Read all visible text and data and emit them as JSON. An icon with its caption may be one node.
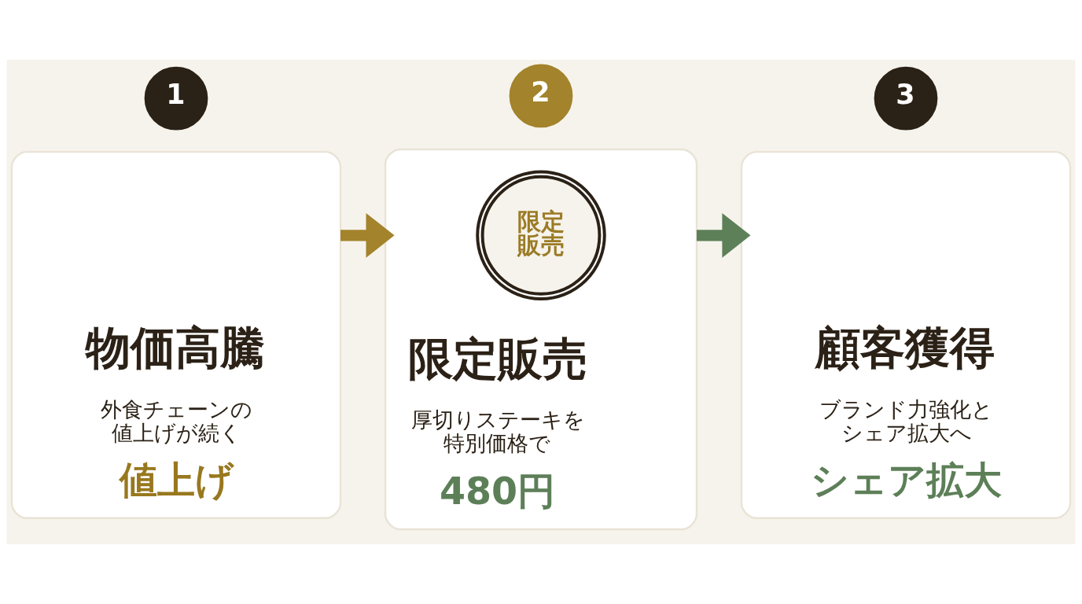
{
  "diagram": {
    "nodes": [
      {
        "text": [
          "1"
        ]
      },
      {
        "text": [
          "物価高騰",
          "外食チェーンの値上げが続く",
          "値上げ"
        ]
      },
      {
        "text": [
          "2"
        ]
      },
      {
        "text": [
          "限定販売",
          "厚切りステーキを特別価格で",
          "480円"
        ]
      },
      {
        "text": [
          "限定販売"
        ],
        "in": 3
      },
      {
        "text": [
          "3"
        ]
      },
      {
        "text": [
          "顧客獲得",
          "ブランド力強化とシェア拡大へ",
          "シェア拡大"
        ]
      }
    ],
    "edges": [
      {
        "from": 1,
        "to": 3,
        "arrow": "to",
        "color": "#a3832b"
      },
      {
        "from": 3,
        "to": 6,
        "arrow": "to",
        "color": "#5d8058"
      }
    ]
  }
}
